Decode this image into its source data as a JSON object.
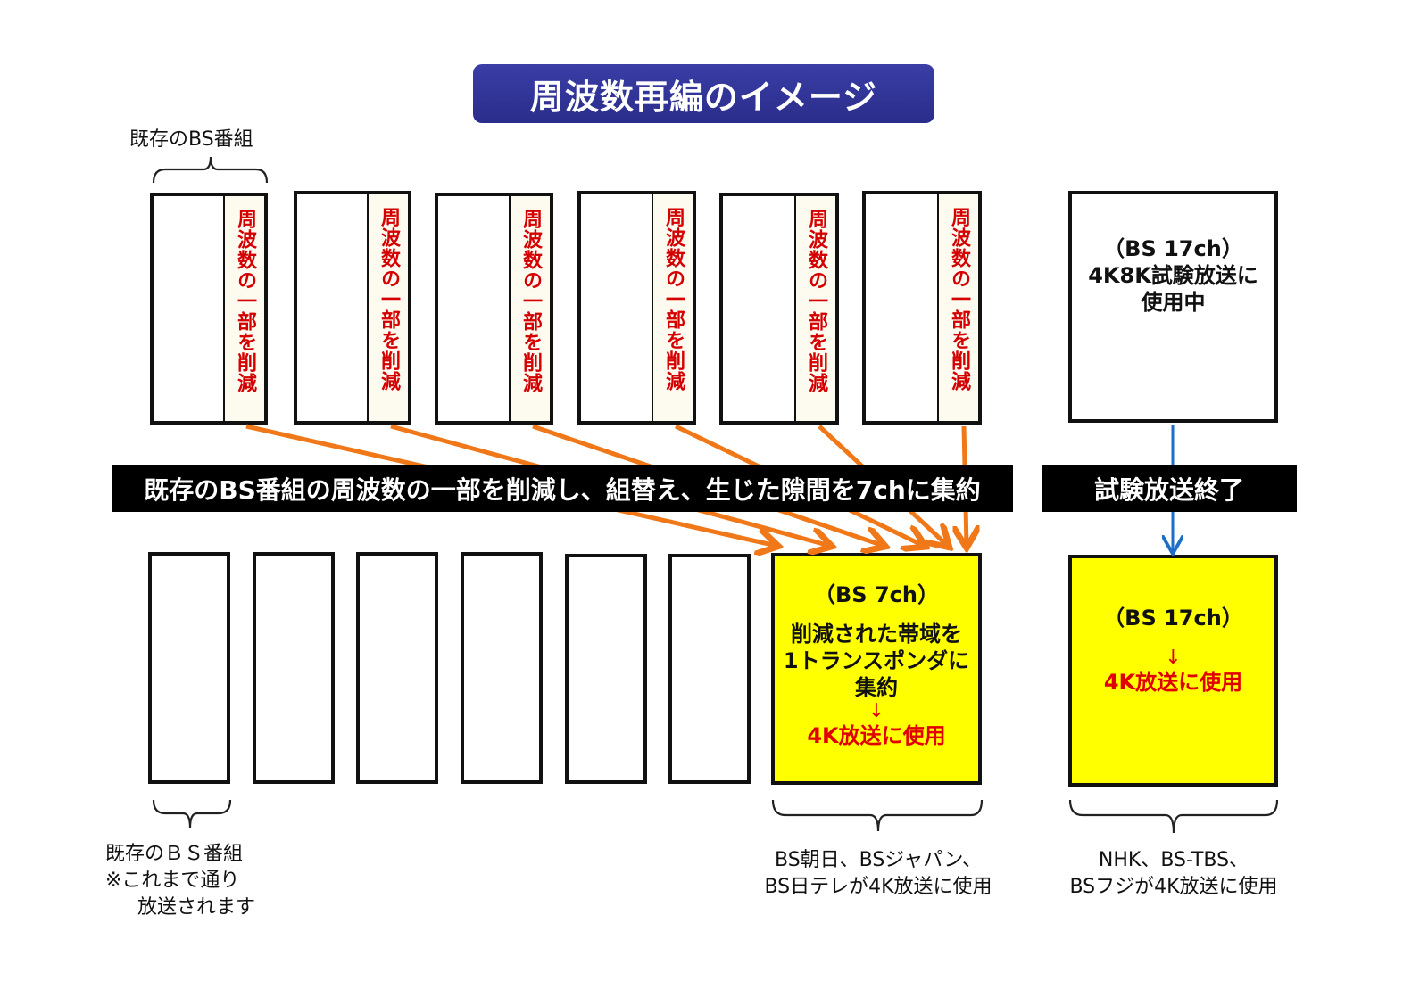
{
  "title": "周波数再編のイメージ",
  "top_section": {
    "label": "既存のBS番組",
    "boxes": [
      {
        "strip_text": "周波数の一部を削減"
      },
      {
        "strip_text": "周波数の一部を削減"
      },
      {
        "strip_text": "周波数の一部を削減"
      },
      {
        "strip_text": "周波数の一部を削減"
      },
      {
        "strip_text": "周波数の一部を削減"
      },
      {
        "strip_text": "周波数の一部を削減"
      }
    ],
    "bs17_box": {
      "line1": "（BS 17ch）",
      "line2": "4K8K試験放送に",
      "line3": "使用中"
    }
  },
  "banners": {
    "left": "既存のBS番組の周波数の一部を削減し、組替え、生じた隙間を7chに集約",
    "right": "試験放送終了"
  },
  "bottom_section": {
    "bs7_box": {
      "line1": "（BS 7ch）",
      "line2": "削減された帯域を",
      "line3": "1トランスポンダに",
      "line4": "集約",
      "arrow": "↓",
      "result": "4K放送に使用"
    },
    "bs17_box": {
      "line1": "（BS 17ch）",
      "arrow": "↓",
      "result": "4K放送に使用"
    },
    "captions": {
      "existing": {
        "line1": "既存のＢＳ番組",
        "line2": "※これまで通り",
        "line3": "放送されます"
      },
      "bs7": {
        "line1": "BS朝日、BSジャパン、",
        "line2": "BS日テレが4K放送に使用"
      },
      "bs17": {
        "line1": "NHK、BS-TBS、",
        "line2": "BSフジが4K放送に使用"
      }
    }
  },
  "colors": {
    "title_bg": "#2e3192",
    "arrow_orange": "#f07818",
    "arrow_blue": "#1e6ec8",
    "highlight_yellow": "#ffff00",
    "emphasis_red": "#e00000"
  }
}
